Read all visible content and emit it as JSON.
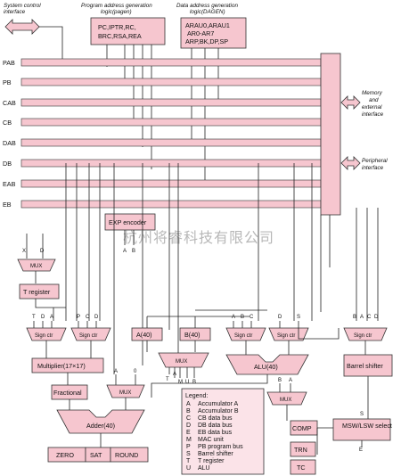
{
  "top": {
    "system_control": [
      "System control",
      "interface"
    ],
    "pagen_title": [
      "Program address generation",
      "logic(pagen)"
    ],
    "pagen_regs": [
      "PC,IPTR,RC,",
      "BRC,RSA,REA"
    ],
    "dagen_title": [
      "Data address generation",
      "logic(DAGEN)"
    ],
    "dagen_regs": [
      "ARAU0,ARAU1",
      "AR0-AR7",
      "ARP,BK,DP,SP"
    ]
  },
  "buses": [
    "PAB",
    "PB",
    "CAB",
    "CB",
    "DAB",
    "DB",
    "EAB",
    "EB"
  ],
  "right": {
    "memory": [
      "Memory",
      "and",
      "external",
      "interface"
    ],
    "peripheral": [
      "Peripheral",
      "interface"
    ]
  },
  "blocks": {
    "exp_encoder": "EXP encoder",
    "mux": "MUX",
    "t_register": "T register",
    "sign_ctr": "Sign ctr",
    "multiplier": "Multiplier(17×17)",
    "fractional": "Fractional",
    "adder": "Adder(40)",
    "zero": "ZERO",
    "sat": "SAT",
    "round": "ROUND",
    "acc_a": "A(40)",
    "acc_b": "B(40)",
    "alu": "ALU(40)",
    "barrel": "Barrel shifter",
    "comp": "COMP",
    "msw_lsw": "MSW/LSW select",
    "trn": "TRN",
    "tc": "TC"
  },
  "signal_letters": {
    "exp_in": [
      "A",
      "B"
    ],
    "mux_t": [
      "X",
      "D"
    ],
    "sign1": [
      "T",
      "D",
      "A"
    ],
    "sign2": [
      "P",
      "C",
      "D"
    ],
    "mul_mux": [
      "A",
      "0"
    ],
    "acc_mux": [
      "T",
      "A",
      "M",
      "U",
      "B"
    ],
    "alu_sign1": [
      "A",
      "B",
      "C"
    ],
    "alu_sign2": [
      "D"
    ],
    "barrel_mux": [
      "S"
    ],
    "barrel_sign": [
      "B",
      "A",
      "C",
      "D"
    ],
    "comp_mux": [
      "B",
      "A"
    ],
    "msw": [
      "S",
      "E"
    ]
  },
  "legend": {
    "title": "Legend:",
    "items": [
      {
        "k": "A",
        "v": "Accumulator A"
      },
      {
        "k": "B",
        "v": "Accumulator B"
      },
      {
        "k": "C",
        "v": "CB data bus"
      },
      {
        "k": "D",
        "v": "DB data bus"
      },
      {
        "k": "E",
        "v": "EB data bus"
      },
      {
        "k": "M",
        "v": "MAC unit"
      },
      {
        "k": "P",
        "v": "PB program bus"
      },
      {
        "k": "S",
        "v": "Barrel shifter"
      },
      {
        "k": "T",
        "v": "T register"
      },
      {
        "k": "U",
        "v": "ALU"
      }
    ]
  },
  "watermark": "杭州将睿科技有限公司",
  "colors": {
    "block": "#f6c6cf",
    "line": "#222222",
    "watermark": "#9a9a9a"
  }
}
